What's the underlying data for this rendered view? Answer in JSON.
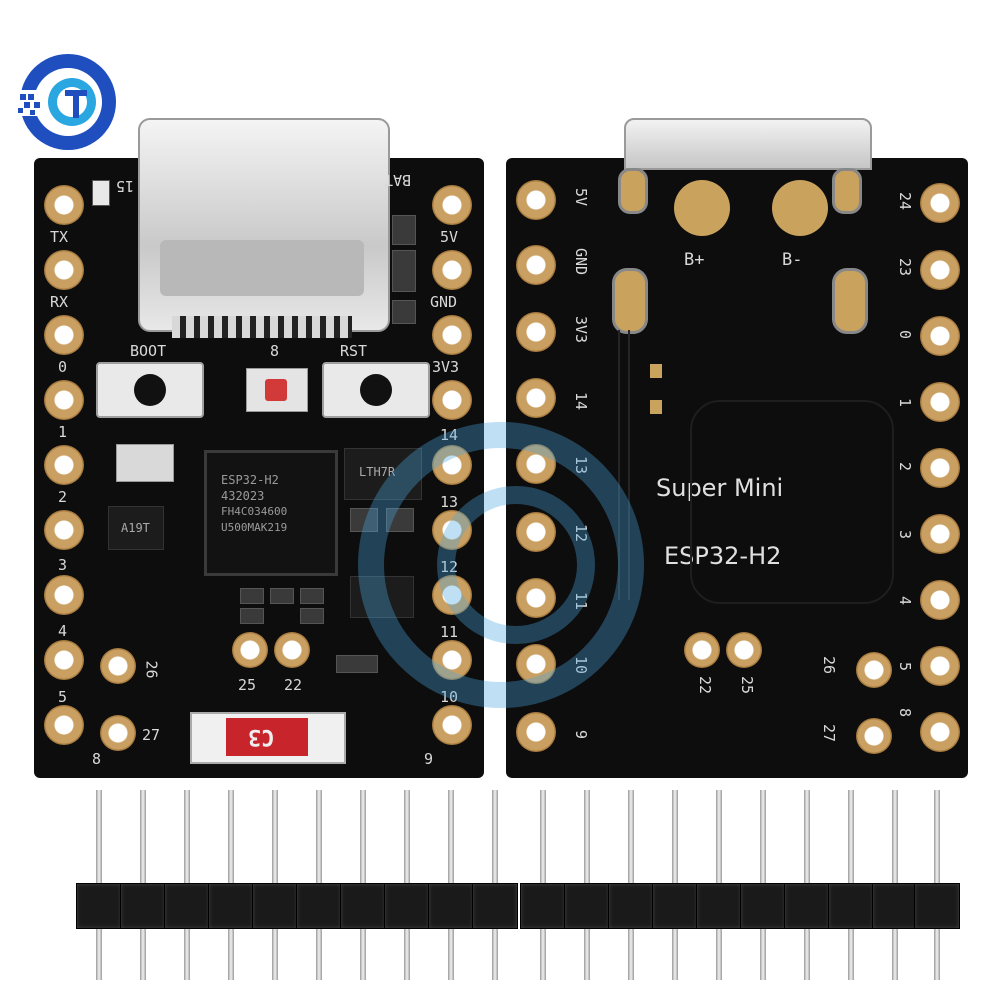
{
  "logo": {
    "name": "brand-logo-icon",
    "colors": [
      "#1f4fbf",
      "#2aa7e0"
    ]
  },
  "front": {
    "left_labels": [
      "TX",
      "RX",
      "0",
      "1",
      "2",
      "3",
      "4",
      "5"
    ],
    "right_labels": [
      "5V",
      "GND",
      "3V3",
      "14",
      "13",
      "12",
      "11",
      "10"
    ],
    "top_right_label": "BAT",
    "top_left_label": "15",
    "bottom_left_label": "8",
    "bottom_right_label": "9",
    "boot_label": "BOOT",
    "rgb_label": "8",
    "rst_label": "RST",
    "chip_text": [
      "ESP32-H2",
      "432023",
      "FH4C034600",
      "U500MAK219"
    ],
    "regulator_text": "LTH7R",
    "sot_text": "A19T",
    "inner_pads": [
      "25",
      "22"
    ],
    "side_pads": [
      "26",
      "27"
    ],
    "antenna_text": "C3"
  },
  "back": {
    "left_labels": [
      "5V",
      "GND",
      "3V3",
      "14",
      "13",
      "12",
      "11",
      "10",
      "9"
    ],
    "right_labels": [
      "24",
      "23",
      "0",
      "1",
      "2",
      "3",
      "4",
      "5",
      "8"
    ],
    "battery_pos": "B+",
    "battery_neg": "B-",
    "title": "Super Mini",
    "subtitle": "ESP32-H2",
    "inner_pads": [
      "22",
      "25"
    ],
    "side_pads": [
      "26",
      "27"
    ]
  },
  "headers": {
    "left_count": 10,
    "right_count": 10
  }
}
